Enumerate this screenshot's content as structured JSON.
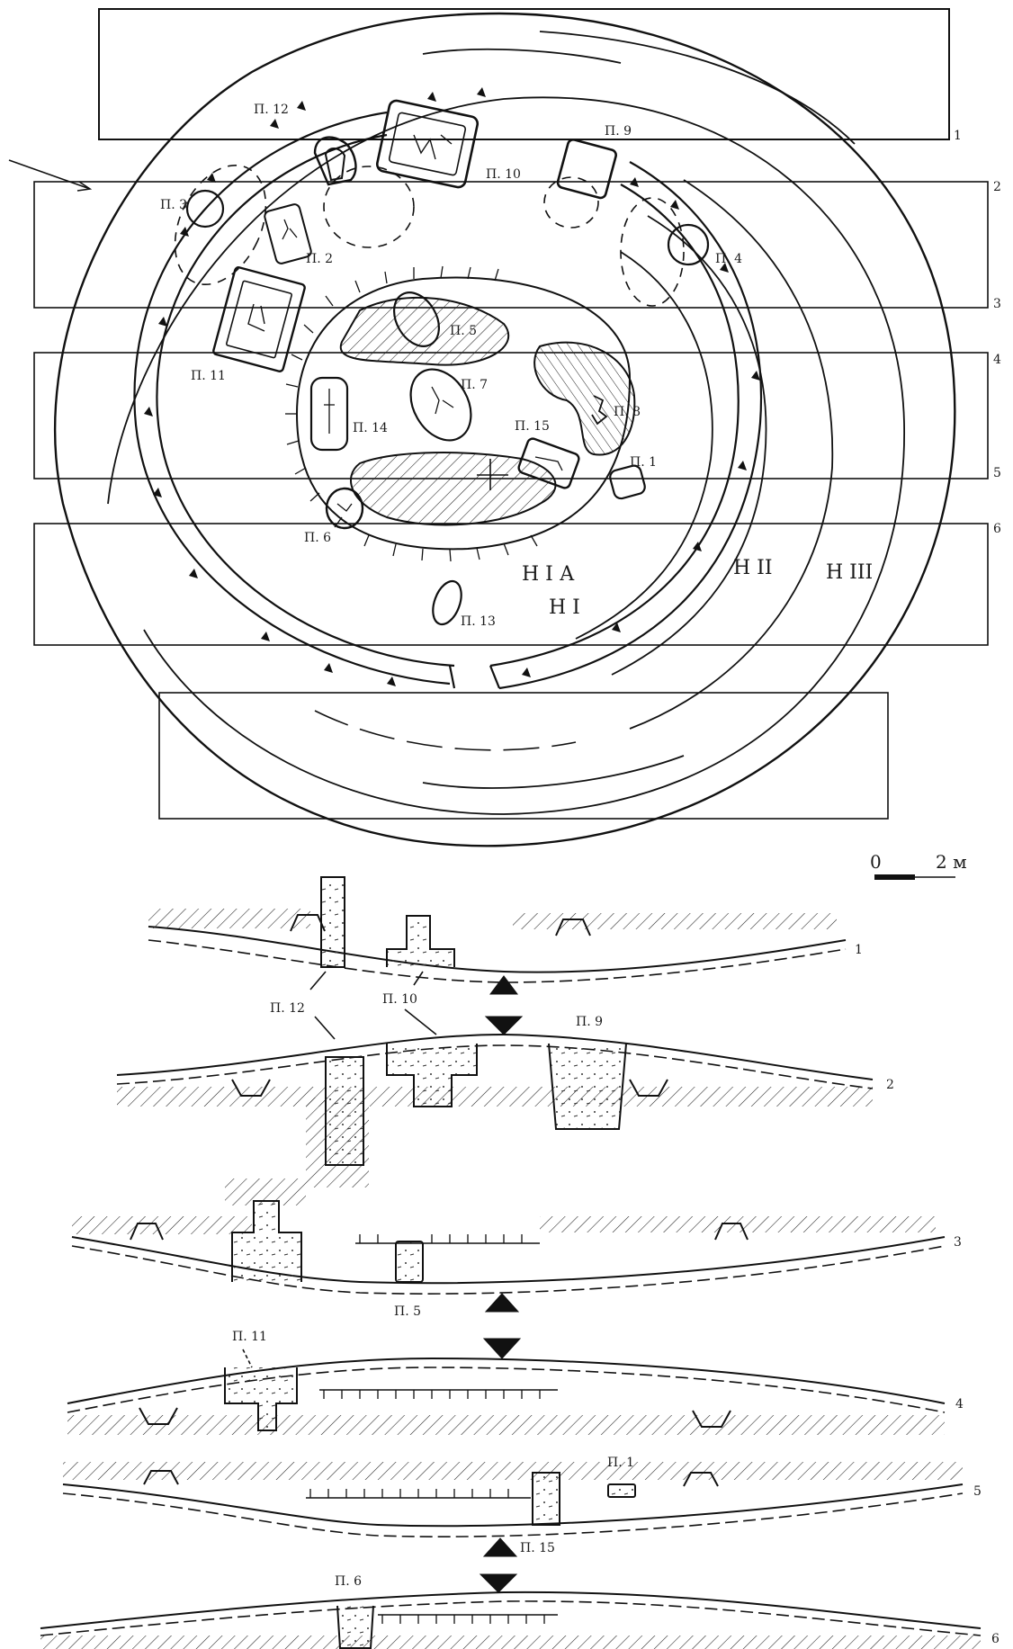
{
  "plan": {
    "trench_numbers": [
      "1",
      "2",
      "3",
      "4",
      "5",
      "6"
    ],
    "graves": [
      {
        "id": "p1",
        "label": "П. 1"
      },
      {
        "id": "p2",
        "label": "П. 2"
      },
      {
        "id": "p3",
        "label": "П. 3"
      },
      {
        "id": "p4",
        "label": "П. 4"
      },
      {
        "id": "p5",
        "label": "П. 5"
      },
      {
        "id": "p6",
        "label": "П. 6"
      },
      {
        "id": "p7",
        "label": "П. 7"
      },
      {
        "id": "p8",
        "label": "П. 8"
      },
      {
        "id": "p9",
        "label": "П. 9"
      },
      {
        "id": "p10",
        "label": "П. 10"
      },
      {
        "id": "p11",
        "label": "П. 11"
      },
      {
        "id": "p12",
        "label": "П. 12"
      },
      {
        "id": "p13",
        "label": "П. 13"
      },
      {
        "id": "p14",
        "label": "П. 14"
      },
      {
        "id": "p15",
        "label": "П. 15"
      }
    ],
    "mounds": {
      "h1a": "Н I А",
      "h1": "Н I",
      "h2": "Н II",
      "h3": "Н III"
    }
  },
  "scale_bar": {
    "zero": "0",
    "value": "2 м"
  },
  "sections": [
    {
      "number": "1",
      "labels": []
    },
    {
      "number": "2",
      "labels": [
        "П. 12",
        "П. 10",
        "П. 9"
      ]
    },
    {
      "number": "3",
      "labels": [
        "П. 5"
      ]
    },
    {
      "number": "4",
      "labels": [
        "П. 11"
      ]
    },
    {
      "number": "5",
      "labels": [
        "П. 1",
        "П. 15"
      ]
    },
    {
      "number": "6",
      "labels": [
        "П. 6"
      ]
    }
  ]
}
